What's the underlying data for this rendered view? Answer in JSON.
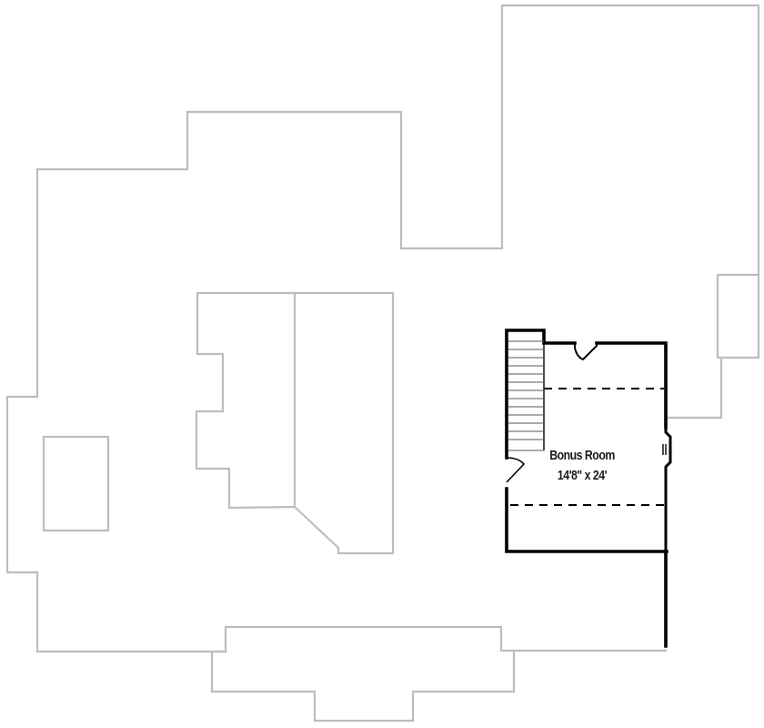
{
  "diagram": {
    "type": "floor-plan",
    "view": "upper floor (bonus room level) over main floor outline",
    "colors": {
      "background": "#ffffff",
      "main_floor_outline": "#bdbdbd",
      "bonus_room_walls": "#000000"
    },
    "rooms": [
      {
        "name": "Bonus Room",
        "dimensions": "14'8\" x 24'"
      }
    ],
    "elements": [
      "stair-icon",
      "door-swing-icon",
      "window-icon",
      "knee-wall-dashed-lines"
    ]
  }
}
